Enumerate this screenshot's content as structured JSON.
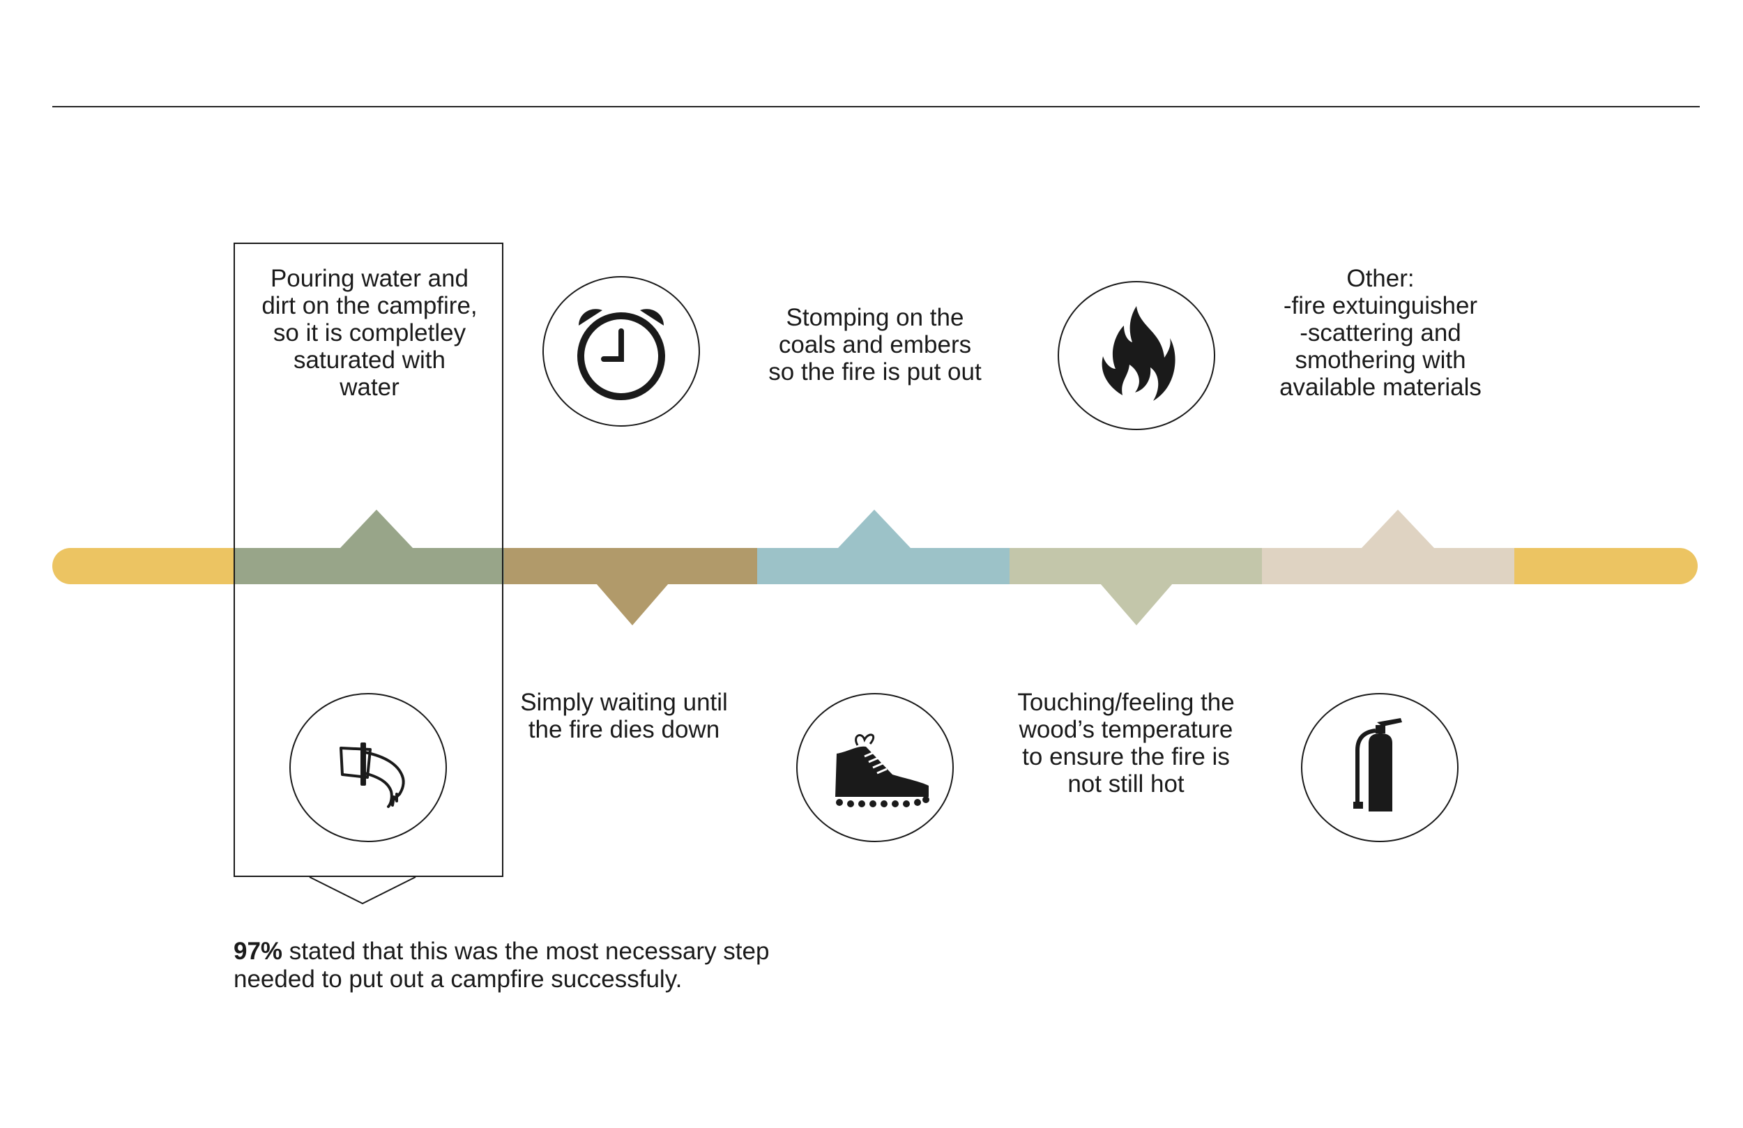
{
  "colors": {
    "band": "#ECC462",
    "option1": "#98A589",
    "option2": "#B19A6A",
    "option3": "#9CC2C8",
    "option4": "#C3C6AA",
    "option5": "#DFD3C2",
    "icon": "#1a1a1a"
  },
  "options": [
    {
      "label": "Pouring water and\ndirt on the campfire,\nso it is completley\nsaturated with\nwater",
      "icon": "bucket-pour-icon"
    },
    {
      "label": "Simply waiting until\nthe fire dies down",
      "icon": "alarm-clock-icon"
    },
    {
      "label": "Stomping on the\ncoals and embers\nso the fire is put out",
      "icon": "hiking-boot-icon"
    },
    {
      "label": "Touching/feeling the\nwood’s temperature\nto ensure the fire is\nnot still hot",
      "icon": "flame-icon"
    },
    {
      "label": "Other:\n-fire extuinguisher\n-scattering and\nsmothering with\navailable materials",
      "icon": "fire-extinguisher-icon"
    }
  ],
  "callout": {
    "percent": "97%",
    "text": " stated that this was the most necessary step\nneeded to put out a campfire successfuly."
  }
}
